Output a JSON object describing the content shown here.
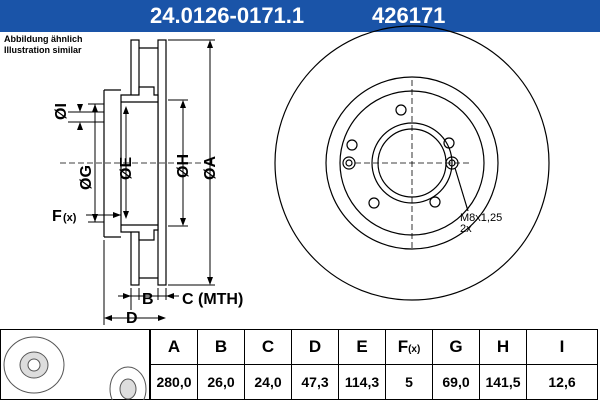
{
  "header": {
    "part_number": "24.0126-0171.1",
    "ref_number": "426171"
  },
  "notes": {
    "line1": "Abbildung ähnlich",
    "line2": "Illustration similar"
  },
  "labels": {
    "I": "ØI",
    "G": "ØG",
    "E": "ØE",
    "H": "ØH",
    "A": "ØA",
    "F": "F",
    "F_sub": "(x)",
    "B": "B",
    "C": "C (MTH)",
    "D": "D",
    "thread": "M8x1,25",
    "thread_count": "2x"
  },
  "table": {
    "headers": [
      "A",
      "B",
      "C",
      "D",
      "E",
      "F",
      "G",
      "H",
      "I"
    ],
    "F_sub": "(x)",
    "values": [
      "280,0",
      "26,0",
      "24,0",
      "47,3",
      "114,3",
      "5",
      "69,0",
      "141,5",
      "12,6"
    ]
  },
  "colors": {
    "header_bg": "#1a54a8",
    "header_text": "#ffffff"
  }
}
